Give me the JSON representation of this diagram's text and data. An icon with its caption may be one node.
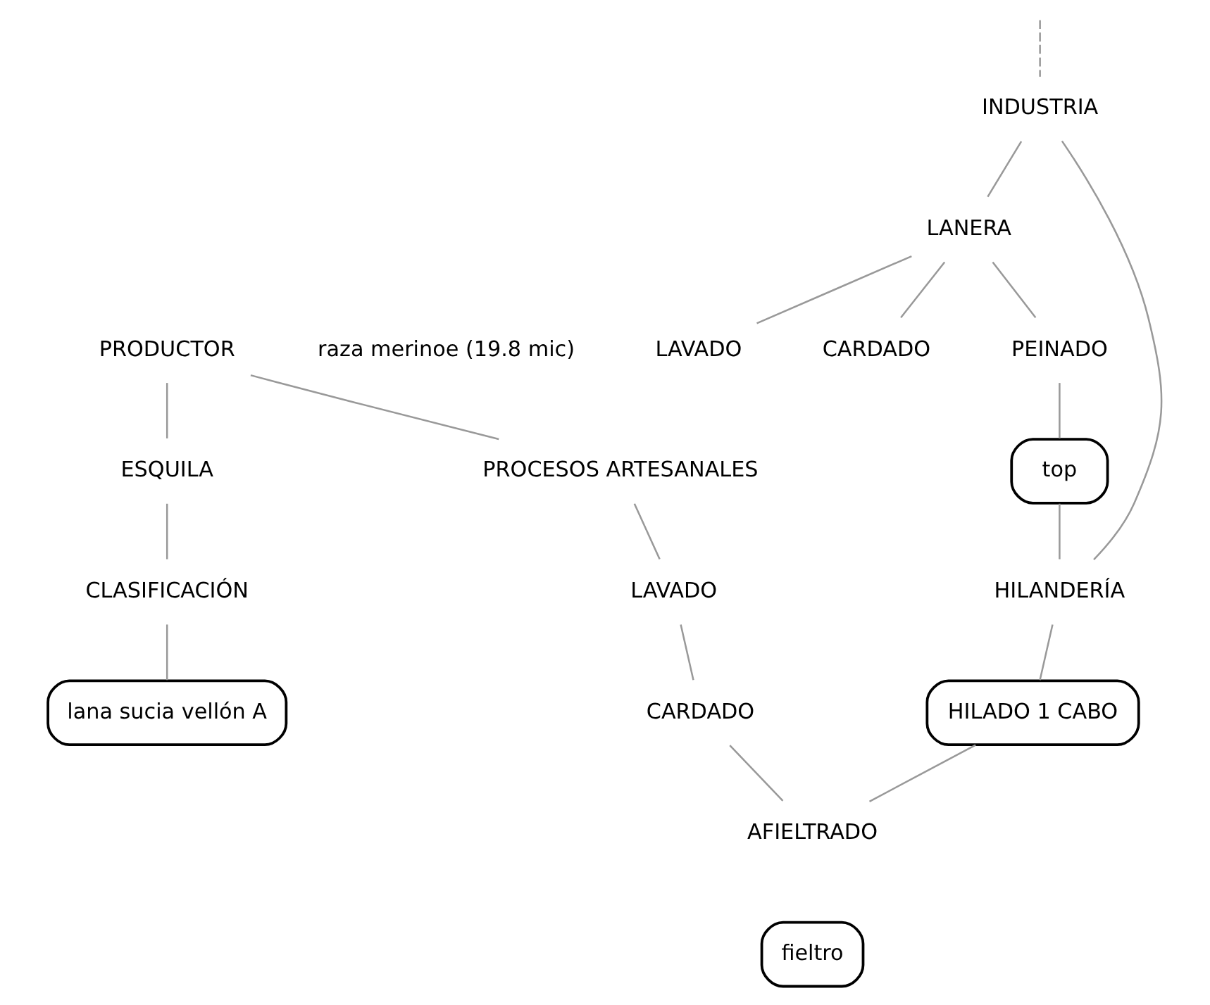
{
  "diagram": {
    "nodes": [
      {
        "text": [
          "PRODUCTOR"
        ],
        "beside": [
          "raza merinoe (19.8 mic)"
        ]
      },
      {
        "text": [
          "ESQUILA"
        ]
      },
      {
        "text": [
          "CLASIFICACIÓN"
        ]
      },
      {
        "text": [
          "lana sucia vellón A"
        ]
      },
      {
        "text": [
          "PROCESOS ARTESANALES"
        ]
      },
      {
        "text": [
          "LAVADO"
        ]
      },
      {
        "text": [
          "CARDADO"
        ]
      },
      {
        "text": [
          "INDUSTRIA"
        ]
      },
      {
        "text": [
          "LANERA"
        ]
      },
      {
        "text": [
          "LAVADO"
        ]
      },
      {
        "text": [
          "CARDADO"
        ]
      },
      {
        "text": [
          "PEINADO"
        ]
      },
      {
        "text": [
          "top"
        ]
      },
      {
        "text": [
          "HILANDERÍA"
        ]
      },
      {
        "text": [
          "HILADO 1 CABO"
        ]
      },
      {
        "text": [
          "AFIELTRADO"
        ]
      },
      {
        "text": [
          "fieltro"
        ]
      }
    ],
    "edges": [
      {
        "from": 0,
        "to": 1,
        "arrow": "none"
      },
      {
        "from": 1,
        "to": 2,
        "arrow": "none"
      },
      {
        "from": 2,
        "to": 3,
        "arrow": "none"
      },
      {
        "from": 0,
        "to": 4,
        "arrow": "none"
      },
      {
        "from": 4,
        "to": 5,
        "arrow": "none"
      },
      {
        "from": 5,
        "to": 6,
        "arrow": "none"
      },
      {
        "from": null,
        "to": 7,
        "arrow": "none",
        "style": "dashed"
      },
      {
        "from": 7,
        "to": 8,
        "arrow": "none"
      },
      {
        "from": 7,
        "to": 13,
        "arrow": "none"
      },
      {
        "from": 8,
        "to": 9,
        "arrow": "none"
      },
      {
        "from": 8,
        "to": 10,
        "arrow": "none"
      },
      {
        "from": 8,
        "to": 11,
        "arrow": "none"
      },
      {
        "from": 11,
        "to": 12,
        "arrow": "none"
      },
      {
        "from": 12,
        "to": 13,
        "arrow": "none"
      },
      {
        "from": 13,
        "to": 14,
        "arrow": "none"
      },
      {
        "from": 6,
        "to": 15,
        "arrow": "none"
      },
      {
        "from": 14,
        "to": 15,
        "arrow": "none"
      }
    ]
  }
}
